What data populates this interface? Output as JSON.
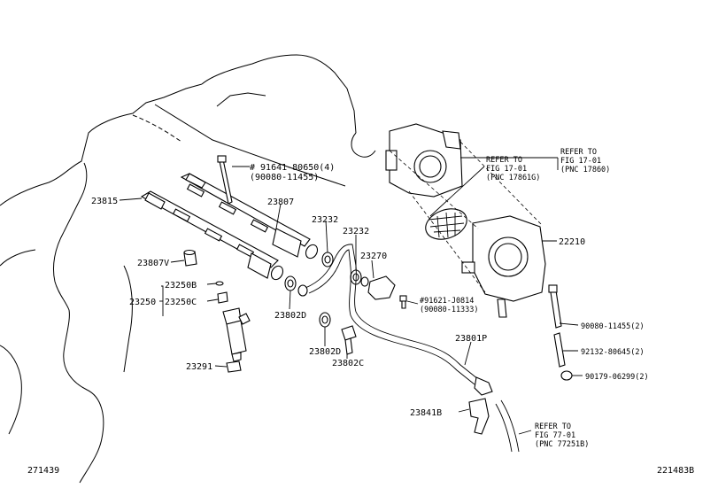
{
  "labels": {
    "bolt_91641": "# 91641-80650(4)",
    "bolt_90080_top": "(90080-11455)",
    "p23815": "23815",
    "p23807": "23807",
    "p23232_a": "23232",
    "p23232_b": "23232",
    "p23270": "23270",
    "p23807v": "23807V",
    "p23250b": "23250B",
    "p23250": "23250",
    "p23250c": "23250C",
    "p23291": "23291",
    "p23802d_a": "23802D",
    "p23802d_b": "23802D",
    "p23802c": "23802C",
    "p91621": "#91621-J0814",
    "p90080_mid": "(90080-11333)",
    "p23801p": "23801P",
    "p23841b": "23841B",
    "p22210": "22210",
    "p90080_r": "90080-11455(2)",
    "p92132": "92132-80645(2)",
    "p90179": "90179-06299(2)"
  },
  "refs": {
    "fig17_right": [
      "REFER TO",
      "FIG 17-01",
      "(PNC 17860)"
    ],
    "fig17_left": [
      "REFER TO",
      "FIG 17-01",
      "(PNC 17861G)"
    ],
    "fig77": [
      "REFER TO",
      "FIG 77-01",
      "(PNC 77251B)"
    ]
  },
  "footer": {
    "left_code": "271439",
    "right_code": "221483B"
  }
}
